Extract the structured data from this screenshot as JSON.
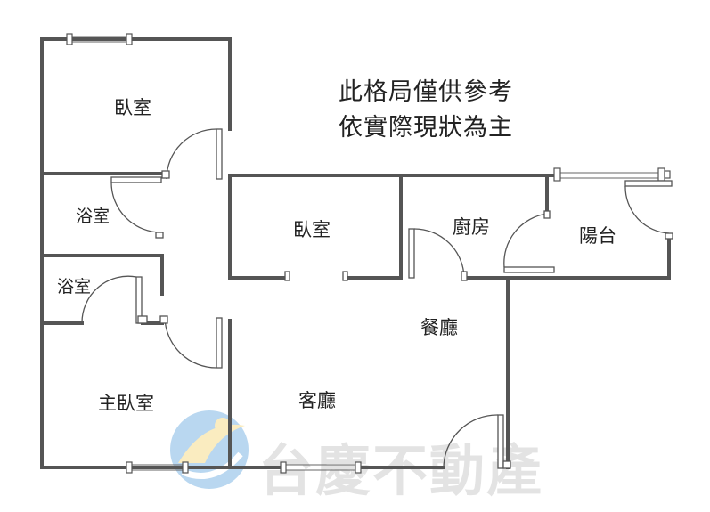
{
  "note": {
    "line1": "此格局僅供參考",
    "line2": "依實際現狀為主"
  },
  "rooms": {
    "bedroom_top": "臥室",
    "bath_upper": "浴室",
    "bath_lower": "浴室",
    "bedroom_middle": "臥室",
    "kitchen": "廚房",
    "balcony": "陽台",
    "dining": "餐廳",
    "master_bedroom": "主臥室",
    "living": "客廳"
  },
  "watermark": {
    "text": "台慶不動產",
    "logo_colors": [
      "#f2c94c",
      "#3a8fd6"
    ]
  },
  "colors": {
    "wall": "#555555",
    "text": "#222222"
  }
}
